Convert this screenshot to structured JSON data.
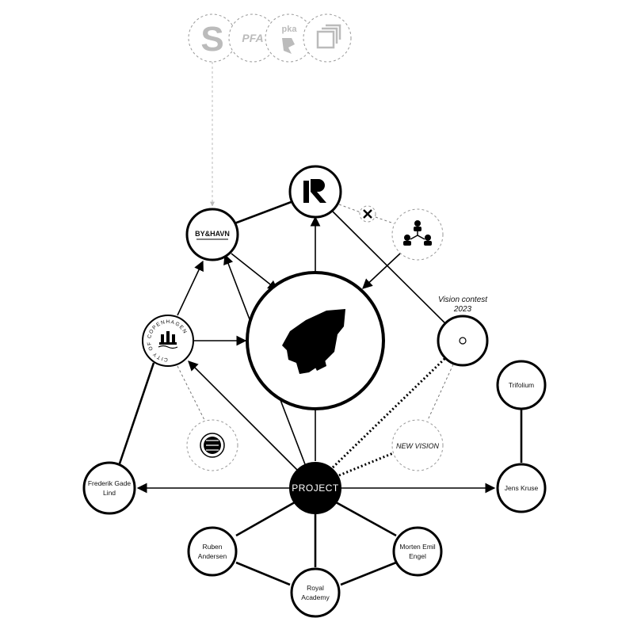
{
  "center": {
    "label": "PROJECT"
  },
  "people": {
    "frederik": [
      "Frederik Gade",
      "Lind"
    ],
    "jens": [
      "Jens Kruse"
    ],
    "trifolium": [
      "Trifolium"
    ],
    "ruben": [
      "Ruben",
      "Andersen"
    ],
    "morten": [
      "Morten Emil",
      "Engel"
    ],
    "royal": [
      "Royal",
      "Academy"
    ]
  },
  "logos": {
    "byhavn": "BY&HAVN",
    "city_ring": "CITY OF COPENHAGEN",
    "pfa": "PFA",
    "pka": "pka",
    "s": "S"
  },
  "vision": {
    "contest_line1": "Vision contest",
    "contest_line2": "2023",
    "new_vision": "NEW VISION"
  },
  "colors": {
    "ink": "#000000",
    "ghost": "#bbbbbb",
    "dash": "#999999",
    "paper": "#ffffff"
  },
  "icons": [
    "kobenhavn-seal-icon",
    "organisation-icon",
    "close-icon",
    "building-icon",
    "project-r-logo-icon"
  ]
}
